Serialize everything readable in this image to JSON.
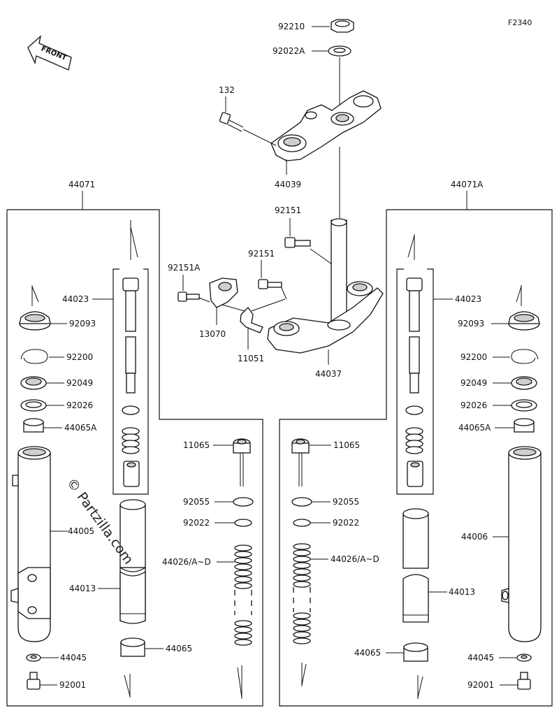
{
  "figure_code": "F2340",
  "front_label": "FRONT",
  "watermark": "© Partzilla.com",
  "parts": {
    "p92210": "92210",
    "p92022A": "92022A",
    "p132": "132",
    "p44039": "44039",
    "p44071": "44071",
    "p44071A": "44071A",
    "p92151_a": "92151",
    "p92151_b": "92151",
    "p92151A": "92151A",
    "p13070": "13070",
    "p11051": "11051",
    "p44037": "44037",
    "l44023": "44023",
    "l92093": "92093",
    "l92200": "92200",
    "l92049": "92049",
    "l92026": "92026",
    "l44065A": "44065A",
    "l44005": "44005",
    "l44013": "44013",
    "l44045": "44045",
    "l92001": "92001",
    "l11065": "11065",
    "l92055": "92055",
    "l92022": "92022",
    "l44026": "44026/A~D",
    "l44065": "44065",
    "r44023": "44023",
    "r92093": "92093",
    "r92200": "92200",
    "r92049": "92049",
    "r92026": "92026",
    "r44065A": "44065A",
    "r44006": "44006",
    "r44013": "44013",
    "r44045": "44045",
    "r92001": "92001",
    "r11065": "11065",
    "r92055": "92055",
    "r92022": "92022",
    "r44026": "44026/A~D",
    "r44065": "44065"
  }
}
